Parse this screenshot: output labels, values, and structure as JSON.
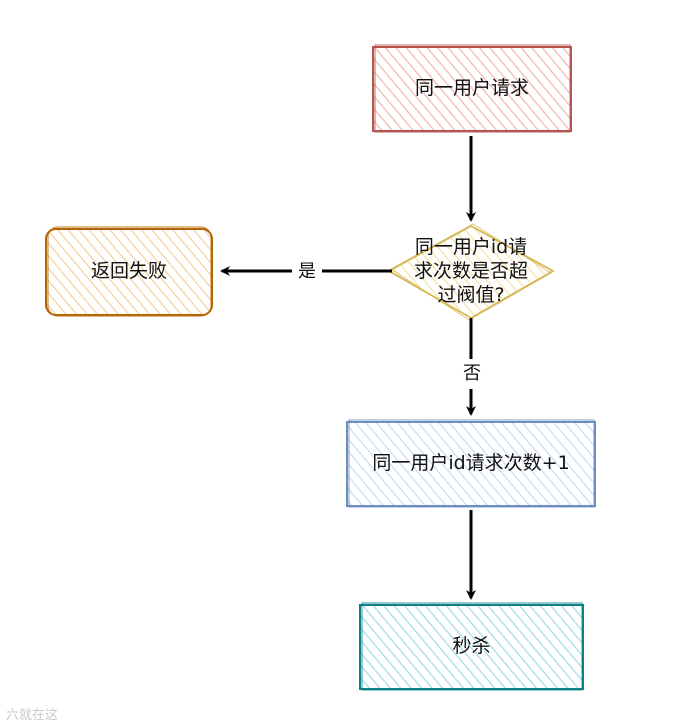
{
  "nodes": {
    "request": {
      "label": "同一用户请求",
      "stroke": "#b85450",
      "fill": "#f8cecc"
    },
    "decision": {
      "line1": "同一用户id请",
      "line2": "求次数是否超",
      "line3": "过阀值?",
      "stroke": "#d6b656",
      "fill": "#fff2cc"
    },
    "fail": {
      "label": "返回失败",
      "stroke": "#b46504",
      "fill": "#fad7ac"
    },
    "increment": {
      "label": "同一用户id请求次数+1",
      "stroke": "#6c8ebf",
      "fill": "#dae8fc"
    },
    "seckill": {
      "label": "秒杀",
      "stroke": "#0e8088",
      "fill": "#b0e3e6"
    }
  },
  "edges": {
    "yes": {
      "label": "是"
    },
    "no": {
      "label": "否"
    }
  },
  "watermark": "六就在这"
}
